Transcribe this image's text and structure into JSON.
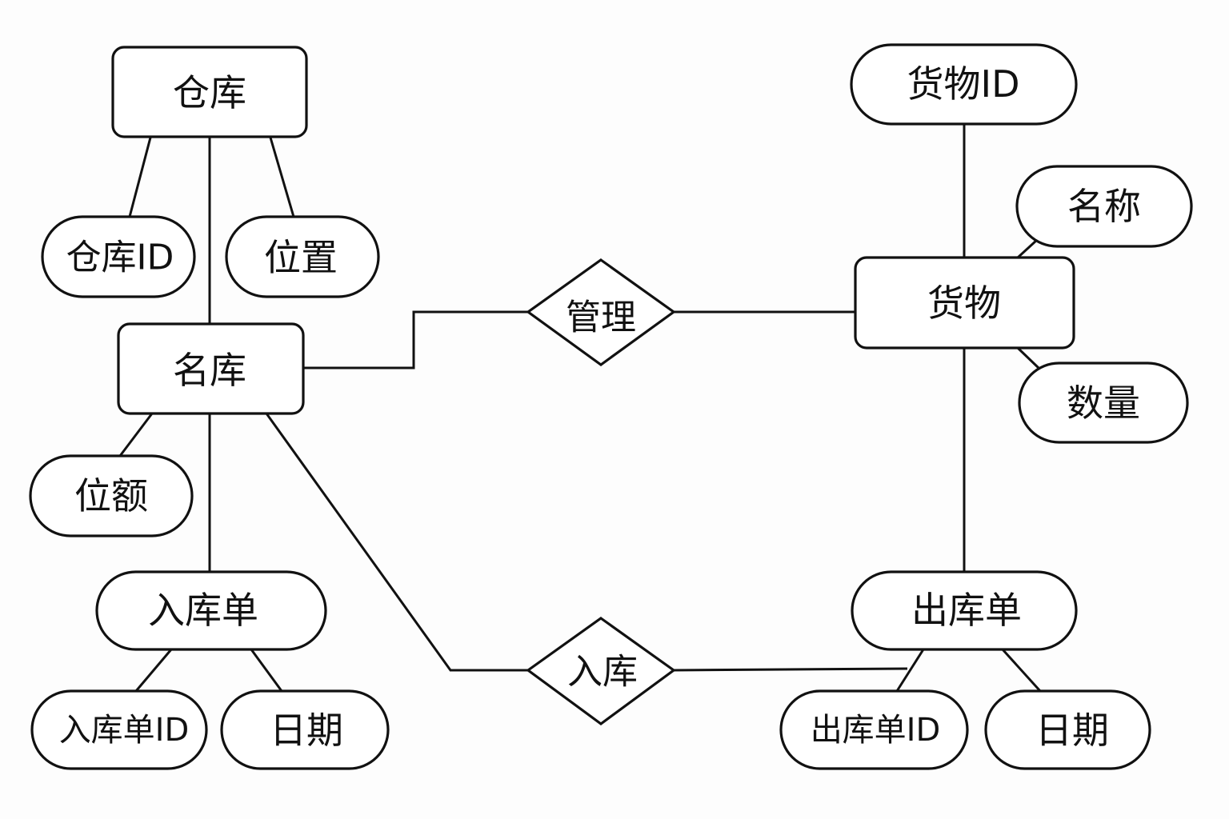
{
  "diagram": {
    "type": "ER diagram",
    "entities": {
      "warehouse": "仓库",
      "store": "名库",
      "goods": "货物",
      "inbound_order": "入库单",
      "outbound_order": "出库单"
    },
    "attributes": {
      "warehouse_id": "仓库ID",
      "warehouse_location": "位置",
      "store_quota": "位额",
      "goods_id": "货物ID",
      "goods_name": "名称",
      "goods_quantity": "数量",
      "inbound_order_id": "入库单ID",
      "inbound_date": "日期",
      "outbound_order_id": "出库单ID",
      "outbound_date": "日期"
    },
    "relationships": {
      "manage": "管理",
      "inbound": "入库"
    },
    "connections": [
      [
        "仓库",
        "仓库ID"
      ],
      [
        "仓库",
        "位置"
      ],
      [
        "仓库",
        "名库"
      ],
      [
        "名库",
        "位额"
      ],
      [
        "名库",
        "入库单"
      ],
      [
        "名库",
        "入库"
      ],
      [
        "名库",
        "管理"
      ],
      [
        "管理",
        "货物"
      ],
      [
        "入库单",
        "入库单ID"
      ],
      [
        "入库单",
        "日期"
      ],
      [
        "货物",
        "货物ID"
      ],
      [
        "货物",
        "名称"
      ],
      [
        "货物",
        "数量"
      ],
      [
        "货物",
        "出库单"
      ],
      [
        "入库",
        "出库单"
      ],
      [
        "出库单",
        "出库单ID"
      ],
      [
        "出库单",
        "日期"
      ]
    ]
  }
}
